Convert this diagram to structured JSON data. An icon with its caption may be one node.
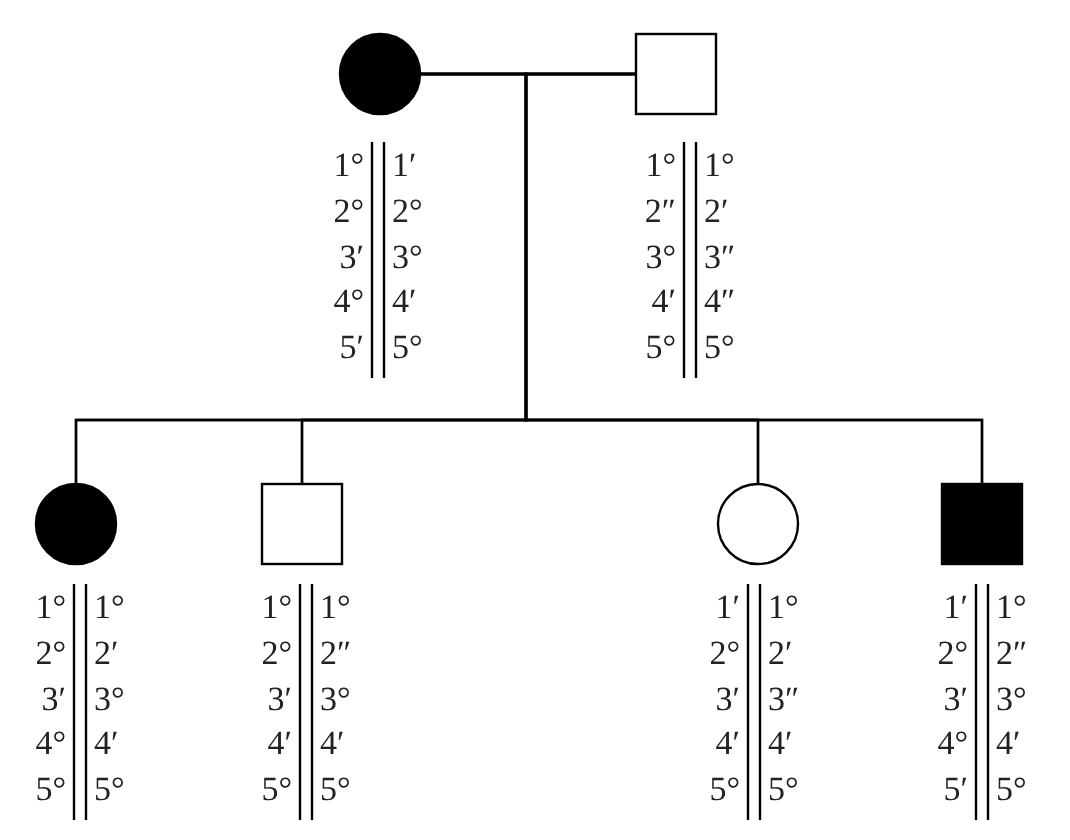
{
  "diagram": {
    "nodes": [
      {
        "text": [],
        "shape": "circle",
        "beside": [
          "1°",
          "1′",
          "2°",
          "2°",
          "3′",
          "3°",
          "4°",
          "4′",
          "5′",
          "5°"
        ]
      },
      {
        "text": [],
        "shape": "box",
        "beside": [
          "1°",
          "1°",
          "2″",
          "2′",
          "3°",
          "3″",
          "4′",
          "4″",
          "5°",
          "5°"
        ]
      },
      {
        "text": [],
        "shape": "circle",
        "beside": [
          "1°",
          "1°",
          "2°",
          "2′",
          "3′",
          "3°",
          "4°",
          "4′",
          "5°",
          "5°"
        ]
      },
      {
        "text": [],
        "shape": "box",
        "beside": [
          "1°",
          "1°",
          "2°",
          "2″",
          "3′",
          "3°",
          "4′",
          "4′",
          "5°",
          "5°"
        ]
      },
      {
        "text": [],
        "shape": "circle",
        "beside": [
          "1′",
          "1°",
          "2°",
          "2′",
          "3′",
          "3″",
          "4′",
          "4′",
          "5°",
          "5°"
        ]
      },
      {
        "text": [],
        "shape": "box",
        "beside": [
          "1′",
          "1°",
          "2°",
          "2″",
          "3′",
          "3°",
          "4°",
          "4′",
          "5′",
          "5°"
        ]
      }
    ],
    "edges": [
      {
        "from": 0,
        "to": 1,
        "arrow": "none"
      },
      {
        "from": 0,
        "to": 2,
        "arrow": "none"
      },
      {
        "from": 0,
        "to": 3,
        "arrow": "none"
      },
      {
        "from": 0,
        "to": 4,
        "arrow": "none"
      },
      {
        "from": 0,
        "to": 5,
        "arrow": "none"
      },
      {
        "from": 1,
        "to": 2,
        "arrow": "none"
      },
      {
        "from": 1,
        "to": 3,
        "arrow": "none"
      },
      {
        "from": 1,
        "to": 4,
        "arrow": "none"
      },
      {
        "from": 1,
        "to": 5,
        "arrow": "none"
      }
    ]
  }
}
